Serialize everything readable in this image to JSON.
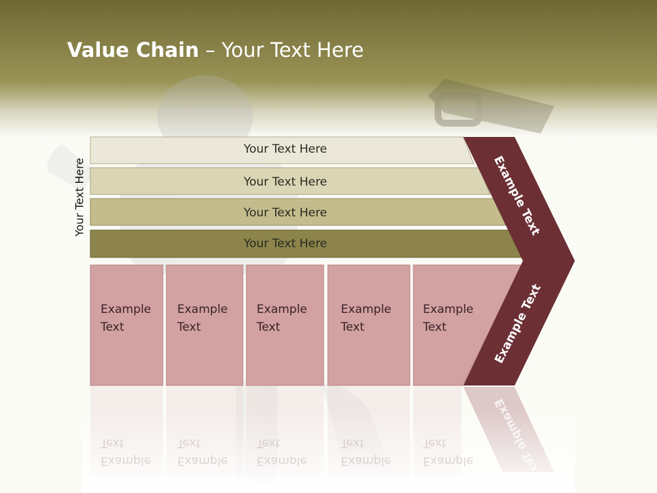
{
  "title": {
    "bold": "Value Chain",
    "rest": " – Your Text Here"
  },
  "side_label": "Your Text Here",
  "bars": [
    "Your Text Here",
    "Your Text Here",
    "Your Text Here",
    "Your Text Here"
  ],
  "boxes": [
    {
      "line1": "Example",
      "line2": "Text"
    },
    {
      "line1": "Example",
      "line2": "Text"
    },
    {
      "line1": "Example",
      "line2": "Text"
    },
    {
      "line1": "Example",
      "line2": "Text"
    },
    {
      "line1": "Example",
      "line2": "Text"
    }
  ],
  "chevron": {
    "upper": "Example Text",
    "lower": "Example Text"
  },
  "colors": {
    "bar1": "#ebe8d9",
    "bar2": "#dad5b4",
    "bar3": "#c4bc8c",
    "bar4": "#8c844a",
    "box": "#d2a1a2",
    "chevron": "#6b2f34"
  }
}
